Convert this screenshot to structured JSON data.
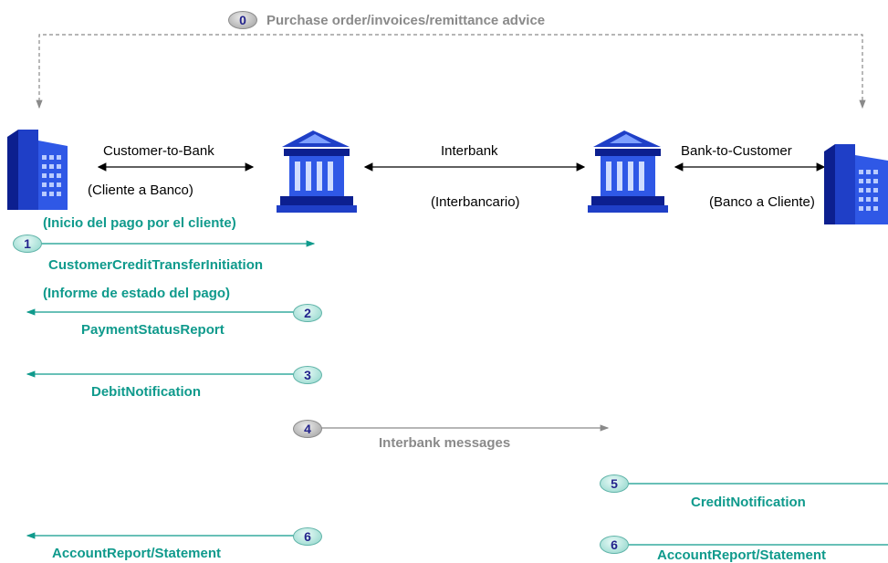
{
  "top_flow": {
    "number": "0",
    "label": "Purchase order/invoices/remittance advice"
  },
  "segments": {
    "c2b": {
      "title": "Customer-to-Bank",
      "subtitle": "(Cliente a Banco)"
    },
    "interbank": {
      "title": "Interbank",
      "subtitle": "(Interbancario)"
    },
    "b2c": {
      "title": "Bank-to-Customer",
      "subtitle": "(Banco a Cliente)"
    }
  },
  "messages": [
    {
      "number": "1",
      "note": "(Inicio del pago por el cliente)",
      "label": "CustomerCreditTransferInitiation"
    },
    {
      "number": "2",
      "note": "(Informe de estado del pago)",
      "label": "PaymentStatusReport"
    },
    {
      "number": "3",
      "label": "DebitNotification"
    },
    {
      "number": "4",
      "label": "Interbank messages"
    },
    {
      "number": "5",
      "label": "CreditNotification"
    },
    {
      "number": "6",
      "label": "AccountReport/Statement"
    },
    {
      "number": "6",
      "label": "AccountReport/Statement"
    }
  ],
  "colors": {
    "teal": "#0f9a8c",
    "grey": "#8a8a8a",
    "building_blue": "#1f3fc7",
    "number_text": "#23238c"
  },
  "icons": {
    "customer": "office-building-icon",
    "bank": "bank-building-icon"
  }
}
